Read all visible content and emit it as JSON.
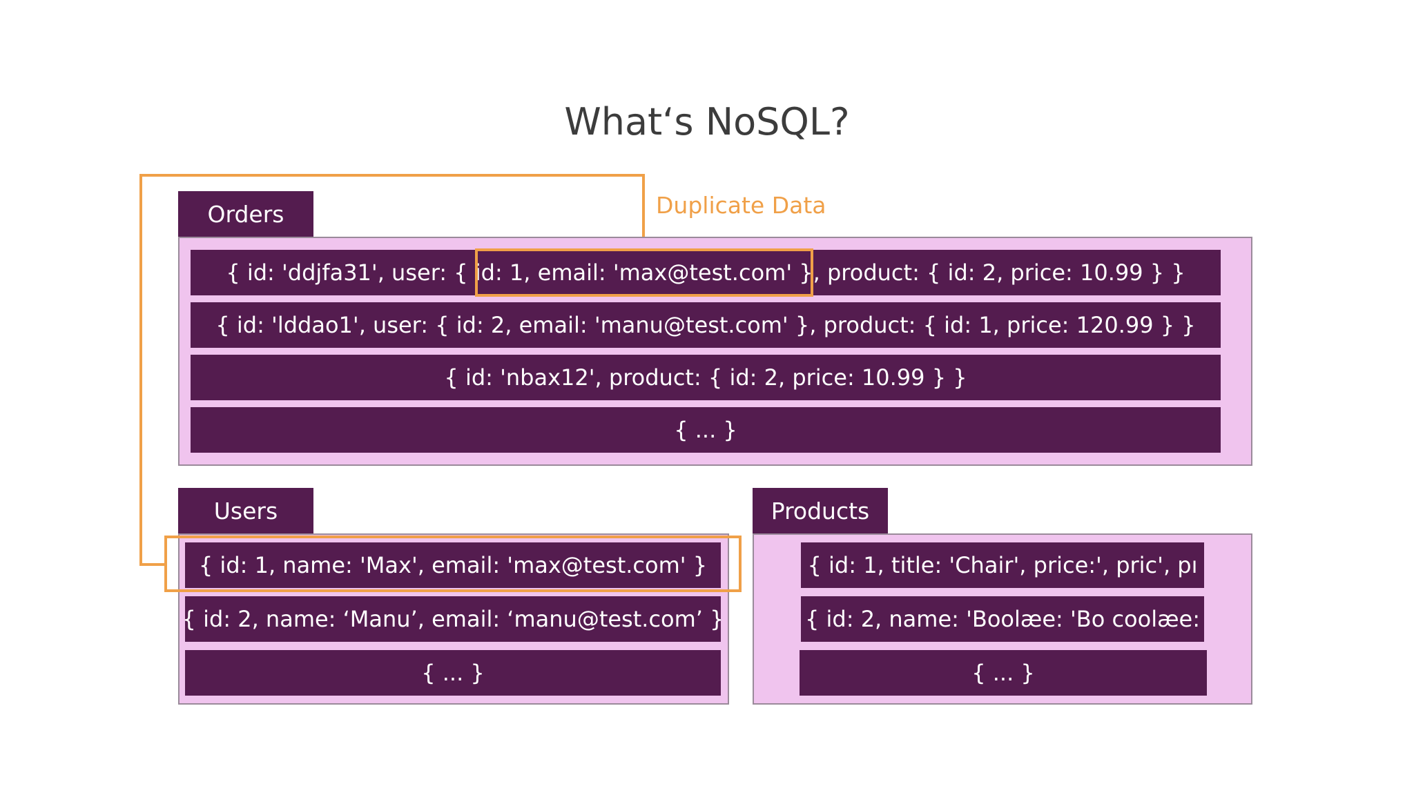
{
  "title": "What‘s NoSQL?",
  "annotation": "Duplicate Data",
  "orders": {
    "tab": "Orders",
    "rows": [
      "{ id: 'ddjfa31', user: { id: 1, email: 'max@test.com' }, product: { id: 2, price: 10.99 } }",
      "{ id: 'lddao1', user: { id: 2, email: 'manu@test.com' }, product: { id: 1, price: 120.99 } }",
      "{ id: 'nbax12', product: { id: 2, price: 10.99 } }",
      "{ ... }"
    ]
  },
  "users": {
    "tab": "Users",
    "rows": [
      "{ id: 1, name: 'Max', email: 'max@test.com' }",
      "{ id: 2, name: ‘Manu’, email: ‘manu@test.com’ }",
      "{ ... }"
    ]
  },
  "products": {
    "tab": "Products",
    "rows": [
      "{ id: 1, title: 'Chair', price:', pric', pı",
      "{ id: 2, name: 'Boolæe: 'Bo coolæe:",
      "{ ... }"
    ]
  },
  "colors": {
    "row": "#541c4f",
    "panel": "#f0c4ee",
    "highlight": "#f0a048"
  }
}
